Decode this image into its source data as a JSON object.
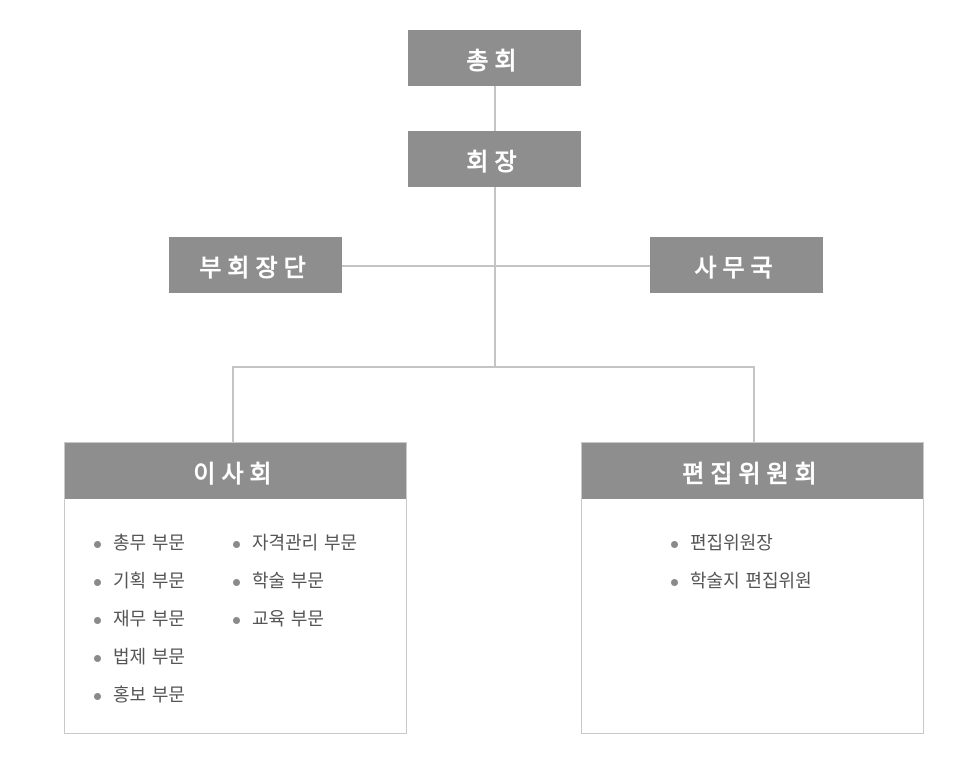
{
  "chart": {
    "general_assembly": "총회",
    "chairman": "회장",
    "vice_chairmen": "부회장단",
    "secretariat": "사무국",
    "board": {
      "title": "이사회",
      "column1": [
        "총무 부문",
        "기획 부문",
        "재무 부문",
        "법제 부문",
        "홍보 부문"
      ],
      "column2": [
        "자격관리 부문",
        "학술 부문",
        "교육 부문"
      ]
    },
    "editorial": {
      "title": "편집위원회",
      "items": [
        "편집위원장",
        "학술지 편집위원"
      ]
    }
  },
  "colors": {
    "box_fill": "#8e8e8e",
    "connector_line": "#c4c4c4",
    "item_text": "#555555"
  }
}
